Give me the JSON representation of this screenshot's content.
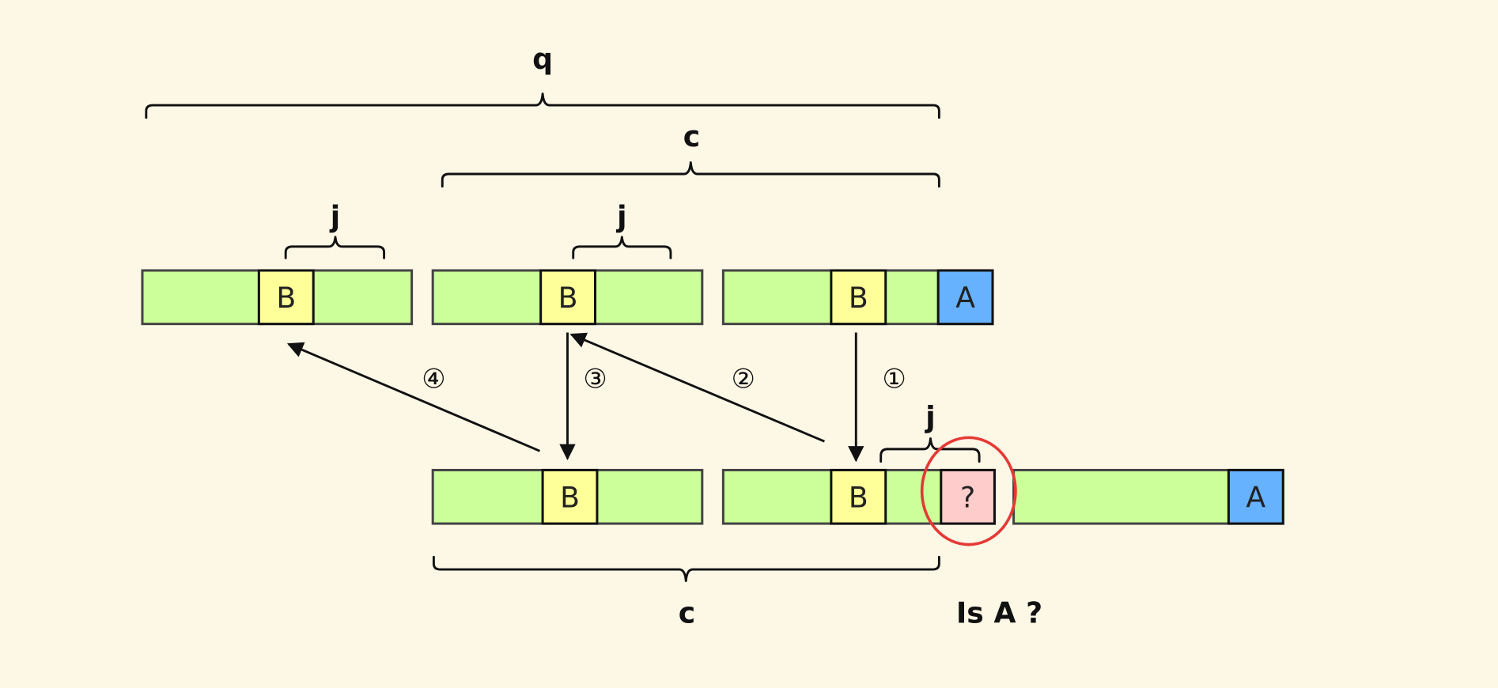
{
  "colors": {
    "background": "#fdf7e6",
    "bar_fill": "#ccff99",
    "b_cell": "#ffff99",
    "a_cell": "#66b2ff",
    "unknown_cell": "#ffcccc",
    "highlight_circle": "#e53935",
    "stroke": "#333333"
  },
  "braces": {
    "q_label": "q",
    "c_top_label": "c",
    "j_label_1": "j",
    "j_label_2": "j",
    "j_label_3": "j",
    "c_bottom_label": "c"
  },
  "cells": {
    "b": "B",
    "a": "A",
    "unknown": "?"
  },
  "steps": [
    "①",
    "②",
    "③",
    "④"
  ],
  "question": "Is A ?"
}
